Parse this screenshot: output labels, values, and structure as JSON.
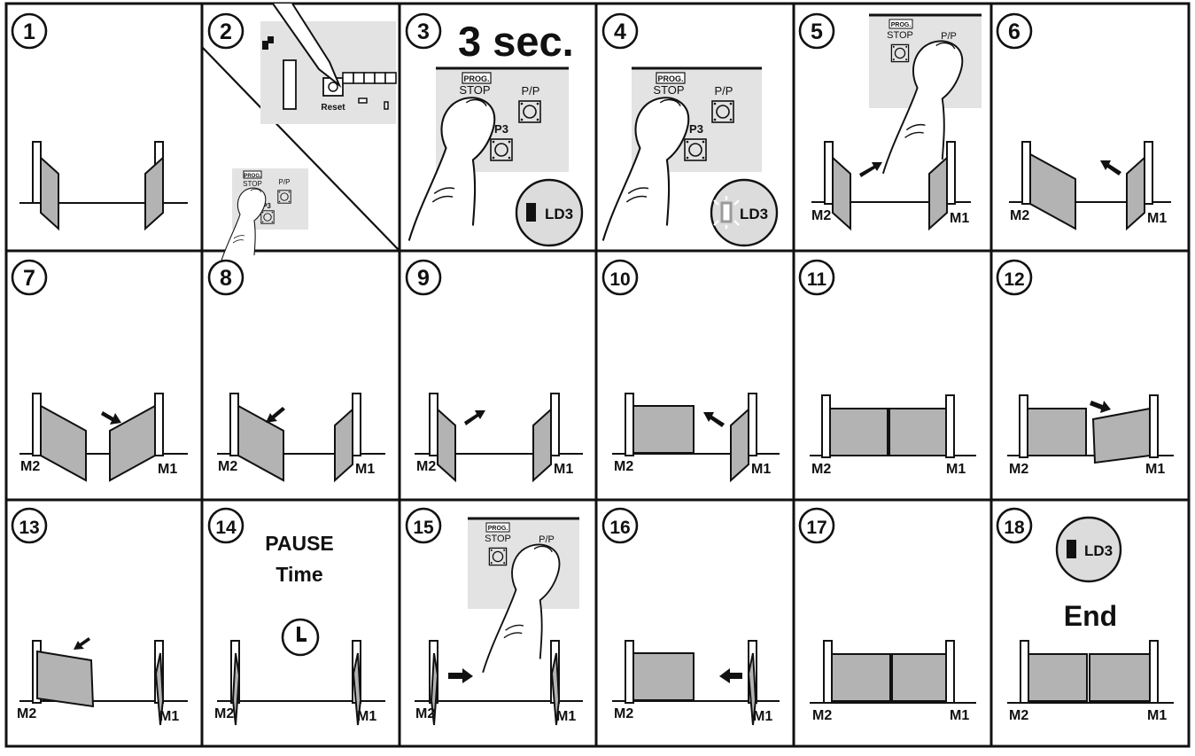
{
  "colors": {
    "line": "#111111",
    "fill": "#b3b3b3",
    "panel": "#e3e3e3",
    "badge": "#dcdcdc",
    "led_blink": "#9a9a9a"
  },
  "labels": {
    "motor_left": "M2",
    "motor_right": "M1",
    "reset": "Reset",
    "prog": "PROG.",
    "stop": "STOP",
    "pp": "P/P",
    "p3": "P3",
    "led": "LD3",
    "three_sec": "3 sec.",
    "pause": "PAUSE",
    "time": "Time",
    "end": "End"
  },
  "steps": [
    {
      "number": "1"
    },
    {
      "number": "2"
    },
    {
      "number": "3"
    },
    {
      "number": "4"
    },
    {
      "number": "5"
    },
    {
      "number": "6"
    },
    {
      "number": "7"
    },
    {
      "number": "8"
    },
    {
      "number": "9"
    },
    {
      "number": "10"
    },
    {
      "number": "11"
    },
    {
      "number": "12"
    },
    {
      "number": "13"
    },
    {
      "number": "14"
    },
    {
      "number": "15"
    },
    {
      "number": "16"
    },
    {
      "number": "17"
    },
    {
      "number": "18"
    }
  ]
}
